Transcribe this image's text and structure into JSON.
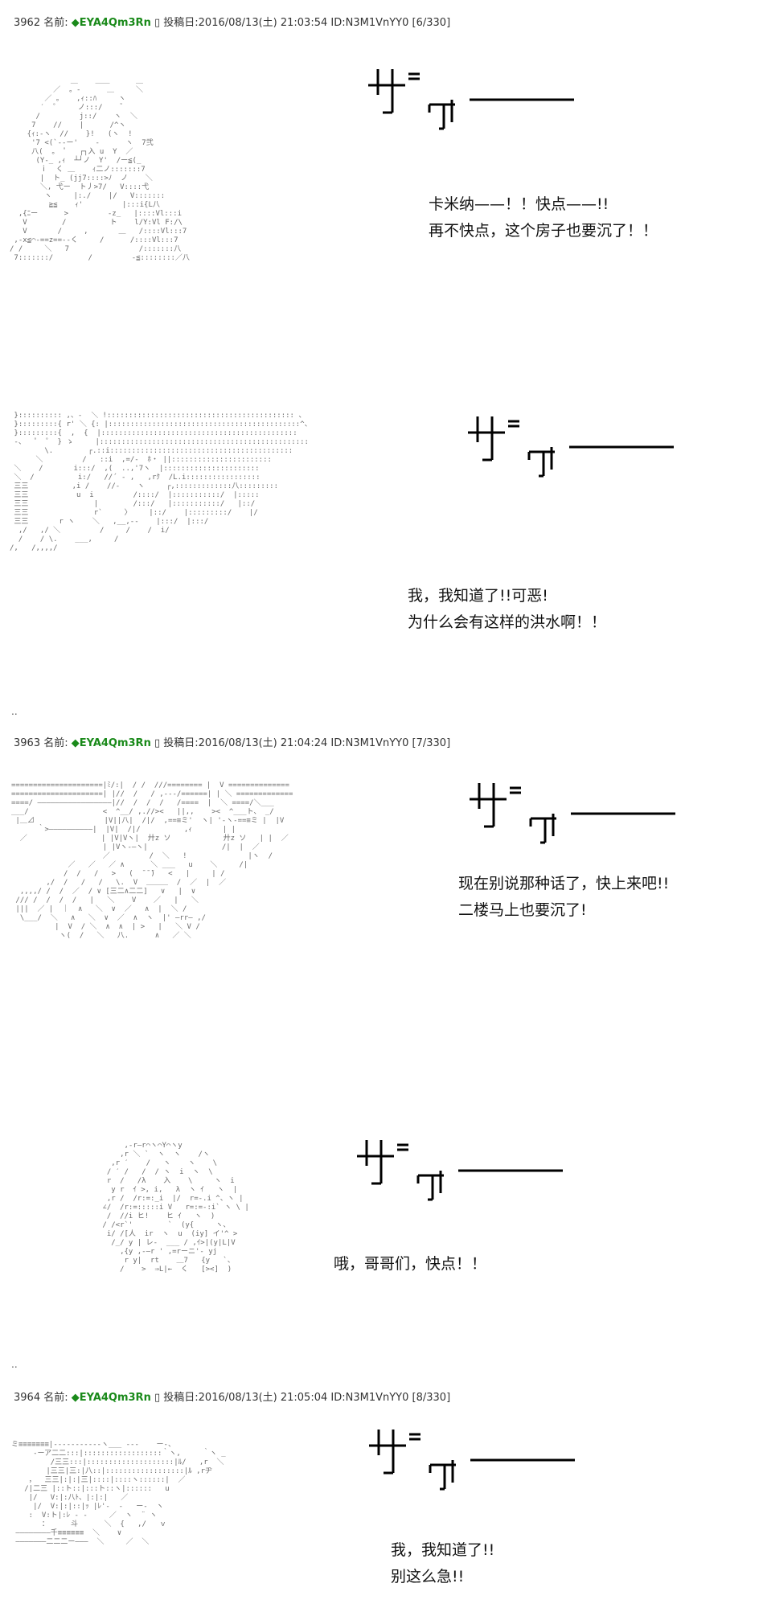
{
  "posts": [
    {
      "header": {
        "number": "3962",
        "name_label": "名前:",
        "trip": "◆EYA4Qm3Rn",
        "mark": "▯",
        "posted_label": "投稿日:",
        "date": "2016/08/13(土) 21:03:54",
        "id": "ID:N3M1VnYY0",
        "count": "[6/330]"
      }
    },
    {
      "header": {
        "number": "3963",
        "name_label": "名前:",
        "trip": "◆EYA4Qm3Rn",
        "mark": "▯",
        "posted_label": "投稿日:",
        "date": "2016/08/13(土) 21:04:24",
        "id": "ID:N3M1VnYY0",
        "count": "[7/330]"
      }
    },
    {
      "header": {
        "number": "3964",
        "name_label": "名前:",
        "trip": "◆EYA4Qm3Rn",
        "mark": "▯",
        "posted_label": "投稿日:",
        "date": "2016/08/13(土) 21:05:04",
        "id": "ID:N3M1VnYY0",
        "count": "[8/330]"
      }
    }
  ],
  "separator": "..",
  "dialogs": [
    [
      "卡米纳——！！快点——!!",
      "再不快点，这个房子也要沉了！！"
    ],
    [
      "我，我知道了!!可恶!",
      "为什么会有这样的洪水啊！！"
    ],
    [
      "现在别说那种话了，快上来吧!!",
      "二楼马上也要沉了!"
    ],
    [
      "哦，哥哥们，快点！！"
    ],
    [
      "我，我知道了!!",
      "别这么急!!"
    ]
  ],
  "sfx_icon": "rumble-sound-effect-icon",
  "ascii_art": [
    "              ＿    ＿＿      ＿\n          ／  。-      ＿     ＼\n        ／ 。   ,ｨ::ﾊ     ヽ\n       ′  ゜    ノ:::/    ゛\n      /         j::/    ヽ  ＼\n     7    //    |      /^ヽ\n    {ｨ:-ヽ  //    }!   (ヽ  !\n     '7 <(`--ー'    ‐      ヽ  7弐\n     八(  。 ゜  ┌┐入 u  Y  ／\n      (Y‐_ ,ｨ  ┴┘ノ  Y'  /ー≦(_\n       ｉ  く ＿    ｨ二ノ:::::::7\n       |  ト_ (jj7::::>ﾉ  ノ    ＼\n       ＼, 弋ー  ト丿>7/   V::::弋\n        ヽ     |:./    |/   V:::::::\n         ≧≦    ｨ'         |:::i{L八\n  ,{ﾆー      >         -z_   |::::Vl:::i\n   V        /          ト    l/Y:Vl F:/\\\n   V       /     ,       ＿   /::::Vl:::7\n ,-x≦⌒‐==z==--く     /      /::::Vl:::7\n/ /     ＼   7                /:::::::八\n 7:::::::/        /         -≦::::::::／八",
    " }:::::::::: ,、-  ＼ !::::::::::::::::::::::::::::::::::::::::::: 、\n }:::::::::{ r' ＼ {: |::::::::::::::::::::::::::::::::::::::::::::^、\n }:::::::::{  ,  {  |:::::::::::::::::::::::::::::::::::::::::::::\n ‐、  ゜ ゜ } ゝ     |::::::::::::::::::::::::::::::::::::::::::::::::\n        \\.        ┌.::i::::::::::::::::::::::::::::::::::::::::::\n      ＼         /   ::i  ,=/-  ﾎ・ ||:::::::::::::::::::::::\n ＼    /       i:::/  ,(  ..,'7ヽ  |::::::::::::::::::::::\n ＼  /          i:/   //´ - ,   ,rｸ  /L.i:::::::::::::::::\n 三三          ,i /    //-    ヽ     ┌,:::::::::::::八:::::::::\n 三三           u  i         /::::/  |:::::::::::/  |:::::\n 三三               |        /:::/   |:::::::::::/   |::/\n 三三               r`     〉    |::/    |:::::::::/    |/\n 三三       r ヽ    ＼   ,__,--    |:::/  |:::/\n  ,/   ,/ ＼         /     /    /  i/\n  /    / \\.    ___,     /\n/,   /,,,,/",
    "=====================|ﾐ/:|  / /  ///======== |  V ==============\n=====================| |//  /   / ,---/======| | ＼ =============\n====/ ―――――――――――――――――|//  /  /  /   /====  |  ＼ ====/＼___\n___/                 <  ^__/ ,.//><   ||,,    ><  ^___ト、 _/\n |＿⊿                |V||八|  /|/  ,==≡ミ'  ヽ| '-ヽ-==≡ミ |  |V\n      ｀>――――――――――|  |V|  /|/          ,ｨ       | |\n  ／                 | |V|Vヽ|  廾z ソ            廾z ソ   | |  ／\n                     | |Vヽ-―ヽ|                 /|  |  ／\n                     ／         /  ＼   !              |ヽ  /\n             ／   ／   ／ ∧      ＼ ___   u    ＼     /|\n            /  /   /   >   (  ̄ ̄ ̄)   <   |     | /\n        ,/  /   /   /   \\.  V  ＿＿＿  /  ／  |  ／\n  ,,,,/ /  /  ／  / ∨ [三二∧二二]   ∨   |  ∨\n /// /  /  /  /   |   ＼    V    ／   |   ＼\n |||  ／ |  ｜  ∧   ＼  ∨  ／   ∧  |  ＼ /\n  \\___/  ＼   ∧   ＼  ∨  ／  ∧  ヽ  |' ―rr― ,/\n          |  V  / ＼  ∧  ∧  | >   |   ＼ V /\n           ヽ(  /   ＼   八.      ∧   ／ ＼",
    "      ,-r―r⌒ヽ⌒Y⌒ヽy\n     ,r ＼ `  ヽ  ヽ    /ヽ\n   ,r ′    /   ヽ    ヽ    \\\n  / ′ /   /  / ヽ  i  ヽ  \\\n  r  /   /λ    入    \\     ヽ  i\n   y r  ｲ >, i,   λ  ヽ ｲ   ヽ  |\n  ,r /  /r:=:_i  |/  r=-.i ^、ヽ |\n ∠/  /r:=:::::i V   r=:=-:i` ヽ \\ |\n  /  //i ヒ!    ヒ ｲ   ヽ  )\n / /<r`'        `  (y{     ヽ、\n  i/ /[人  ir  ヽ  u  (iy] イ'^ >\n   /_/ y | レ-  ___ / ,ｲ>|(y|L|V\n     ,{y ,-―r ' ,=rーニ'- yj\n      r y|  rt    ＿7   {y   `、\n     /    >  ⇒L|←  く   [><]  )",
    "ミ≡≡≡≡≡≡≡|-----------ヽ___ ‐‐‐    ー‐、\n     ‐ーア二二:::|::::::::::::::::::｀ヽ,     ｀ヽ _\n         /三三:::|::::::::::::::::::::|ﾙ/   ,r  ＼\n        |三三|三:|八::|::::::::::::::::::|ﾙ ,rヂ\n    ，  三三|:|:|三|::::|::::ヽ::::::|  ／\n   /|二三 |::ト::|:::ト::ヽ|::::::   u\n    |/   V:|:八ﾄ、|:|:|   ／\n     |/  V:|:|::|ｯ |ﾚ'-  ‐   ー‐  ヽ\n    :  V:ト|:ﾚ ‐ ‐     ／  ヽ  ¨ ヽ\n       ：     斗      ＼  {   ,/   ｖ\n ――――――――千≡≡≡≡≡≡  ＼    ∨\n ―――――――二二二ー―――  ＼     ／  ＼"
  ]
}
